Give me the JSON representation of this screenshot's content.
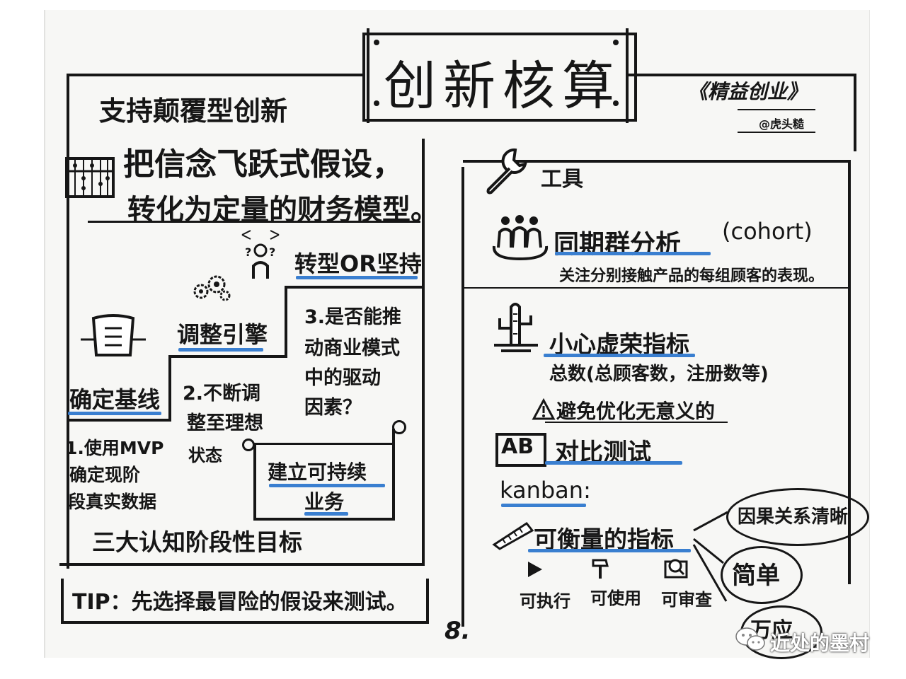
{
  "title": "创新核算",
  "book": "《精益创业》",
  "author": "@虎头糙",
  "left": {
    "heading": "支持颠覆型创新",
    "belief_line1": "把信念飞跃式假设，",
    "belief_line2": "转化为定量的财务模型。",
    "pivot": "转型OR坚持",
    "tune_engine": "调整引擎",
    "baseline": "确定基线",
    "step1": [
      "1.使用MVP",
      "确定现阶",
      "段真实数据"
    ],
    "step2": [
      "2.不断调",
      "整至理想",
      "状态"
    ],
    "step3": [
      "3.是否能推",
      "动商业模式",
      "中的驱动",
      "因素？"
    ],
    "sustainable": [
      "建立可持续",
      "业务"
    ],
    "three_goals": "三大认知阶段性目标",
    "tip": "TIP：先选择最冒险的假设来测试。"
  },
  "right": {
    "tools": "工具",
    "cohort": "同期群分析",
    "cohort_en": "(cohort)",
    "cohort_desc": "关注分别接触产品的每组顾客的表现。",
    "vanity": "小心虚荣指标",
    "total": "总数(总顾客数，注册数等)",
    "avoid": "避免优化无意义的",
    "ab_icon": "AB",
    "ab": "对比测试",
    "kanban": "kanban:",
    "measurable": "可衡量的指标",
    "actionable": "可执行",
    "accessible": "可使用",
    "auditable": "可审查",
    "causal": "因果关系清晰",
    "simple": "简单",
    "cropped": "万应"
  },
  "page_number": "8.",
  "watermark": "近处的墨村",
  "colors": {
    "ink": "#161616",
    "highlight": "#3a7fd0",
    "paper": "#f7f7f5"
  }
}
